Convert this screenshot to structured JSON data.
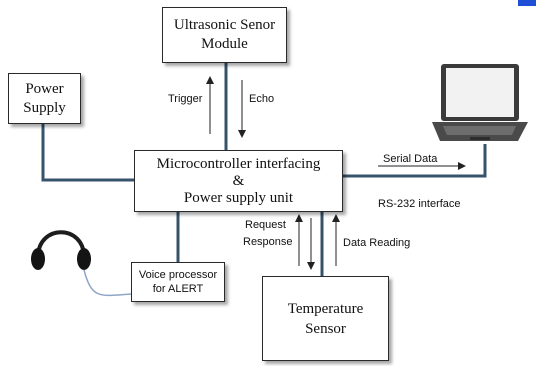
{
  "blocks": {
    "ultrasonic": "Ultrasonic Senor\nModule",
    "power_supply": "Power\nSupply",
    "microcontroller": [
      "Microcontroller interfacing",
      "&",
      "Power supply unit"
    ],
    "voice": [
      "Voice processor",
      "for ALERT"
    ],
    "temperature": [
      "Temperature",
      "Sensor"
    ]
  },
  "labels": {
    "trigger": "Trigger",
    "echo": "Echo",
    "serial_data": "Serial Data",
    "rs232": "RS-232 interface",
    "request": "Request",
    "response": "Response",
    "data_reading": "Data Reading"
  },
  "colors": {
    "wire": "#35536b",
    "arrow": "#222222",
    "headphone_cord": "#8fa6c8",
    "link": "#1f4fd6"
  },
  "icons": [
    "laptop-icon",
    "headphones-icon"
  ]
}
